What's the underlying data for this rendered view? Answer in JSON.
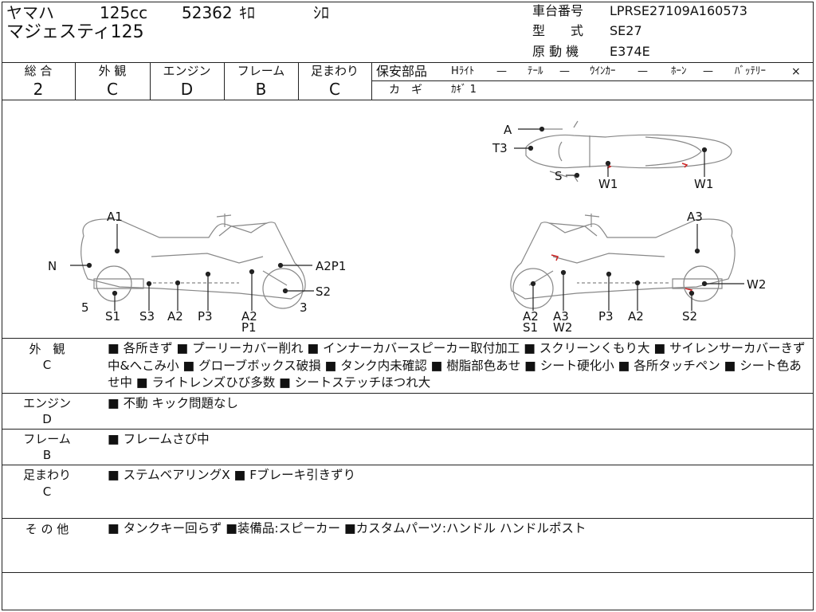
{
  "header": {
    "maker": "ヤマハ",
    "cc": "125cc",
    "mileage": "52362",
    "mileage_unit": "ｷﾛ",
    "color": "ｼﾛ",
    "model_name": "マジェスティ125",
    "chassis_label": "車台番号",
    "chassis_value": "LPRSE27109A160573",
    "type_label": "型　　式",
    "type_value": "SE27",
    "engine_label": "原 動 機",
    "engine_value": "E374E"
  },
  "grades": [
    {
      "label": "総 合",
      "value": "2"
    },
    {
      "label": "外 観",
      "value": "C"
    },
    {
      "label": "エンジン",
      "value": "D"
    },
    {
      "label": "フレーム",
      "value": "B"
    },
    {
      "label": "足まわり",
      "value": "C"
    }
  ],
  "safety": {
    "title": "保安部品",
    "items": [
      {
        "name": "Hﾗｲﾄ",
        "value": "—"
      },
      {
        "name": "ﾃｰﾙ",
        "value": "—"
      },
      {
        "name": "ｳｲﾝｶｰ",
        "value": "—"
      },
      {
        "name": "ﾎｰﾝ",
        "value": "—"
      },
      {
        "name": "ﾊﾞｯﾃﾘｰ",
        "value": "×"
      }
    ],
    "key_label": "カ　ギ",
    "key_value": "ｶｷﾞ 1"
  },
  "diagram": {
    "top_labels": [
      "A",
      "T3",
      "S",
      "W1",
      "W1"
    ],
    "left_labels": [
      "A1",
      "N",
      "5",
      "S1",
      "S3",
      "A2",
      "P3",
      "A2",
      "P1",
      "A2P1",
      "S2",
      "3"
    ],
    "right_labels": [
      "A3",
      "A2",
      "S1",
      "A3",
      "W2",
      "P3",
      "A2",
      "S2",
      "W2"
    ]
  },
  "sections": [
    {
      "label": "外　観",
      "grade": "C",
      "text": "■ 各所きず ■ プーリーカバー削れ ■ インナーカバースピーカー取付加工 ■ スクリーンくもり大 ■ サイレンサーカバーきず中&へこみ小 ■ グローブボックス破損 ■ タンク内未確認 ■ 樹脂部色あせ ■ シート硬化小 ■ 各所タッチペン ■ シート色あせ中 ■ ライトレンズひび多数 ■ シートステッチほつれ大"
    },
    {
      "label": "エンジン",
      "grade": "D",
      "text": "■ 不動 キック問題なし"
    },
    {
      "label": "フレーム",
      "grade": "B",
      "text": "■ フレームさび中"
    },
    {
      "label": "足まわり",
      "grade": "C",
      "text": "■ ステムベアリングX ■ Fブレーキ引きずり"
    },
    {
      "label": "そ の 他",
      "grade": "",
      "text": "■ タンクキー回らず ■装備品:スピーカー ■カスタムパーツ:ハンドル ハンドルポスト"
    }
  ],
  "colors": {
    "line": "#222222",
    "damage": "#cc2222"
  }
}
